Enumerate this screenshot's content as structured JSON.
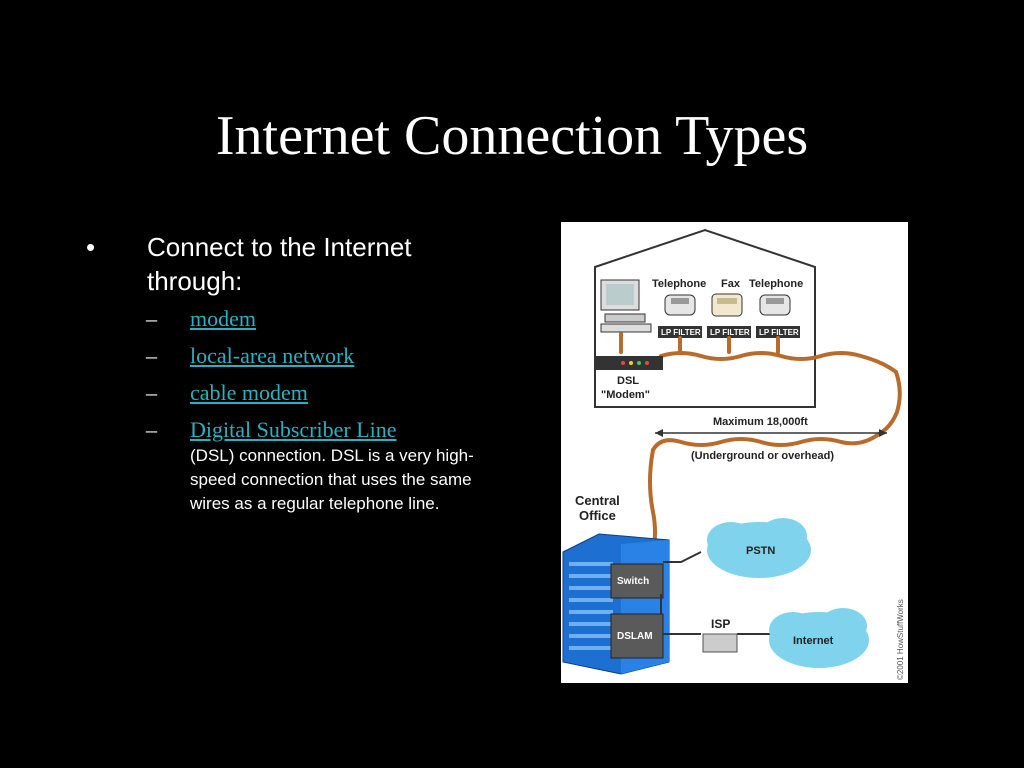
{
  "slide": {
    "title": "Internet Connection Types",
    "bullet": "Connect to the Internet through:",
    "bullet_marker": "•",
    "subitems": [
      {
        "dash": "–",
        "label": "modem"
      },
      {
        "dash": "–",
        "label": "local-area network"
      },
      {
        "dash": "–",
        "label": "cable modem"
      },
      {
        "dash": "–",
        "label": "Digital Subscriber Line"
      }
    ],
    "dsl_description": "(DSL) connection. DSL is a very high-speed connection that uses the same wires as a regular telephone line.",
    "link_color": "#2bb0c2"
  },
  "diagram": {
    "telephone1": "Telephone",
    "fax": "Fax",
    "telephone2": "Telephone",
    "filter": "LP FILTER",
    "dsl_modem_line1": "DSL",
    "dsl_modem_line2": "\"Modem\"",
    "maximum": "Maximum 18,000ft",
    "underground": "(Underground or overhead)",
    "central_office_line1": "Central",
    "central_office_line2": "Office",
    "switch": "Switch",
    "dslam": "DSLAM",
    "pstn": "PSTN",
    "isp": "ISP",
    "internet": "Internet",
    "copyright": "©2001 HowStuffWorks"
  }
}
